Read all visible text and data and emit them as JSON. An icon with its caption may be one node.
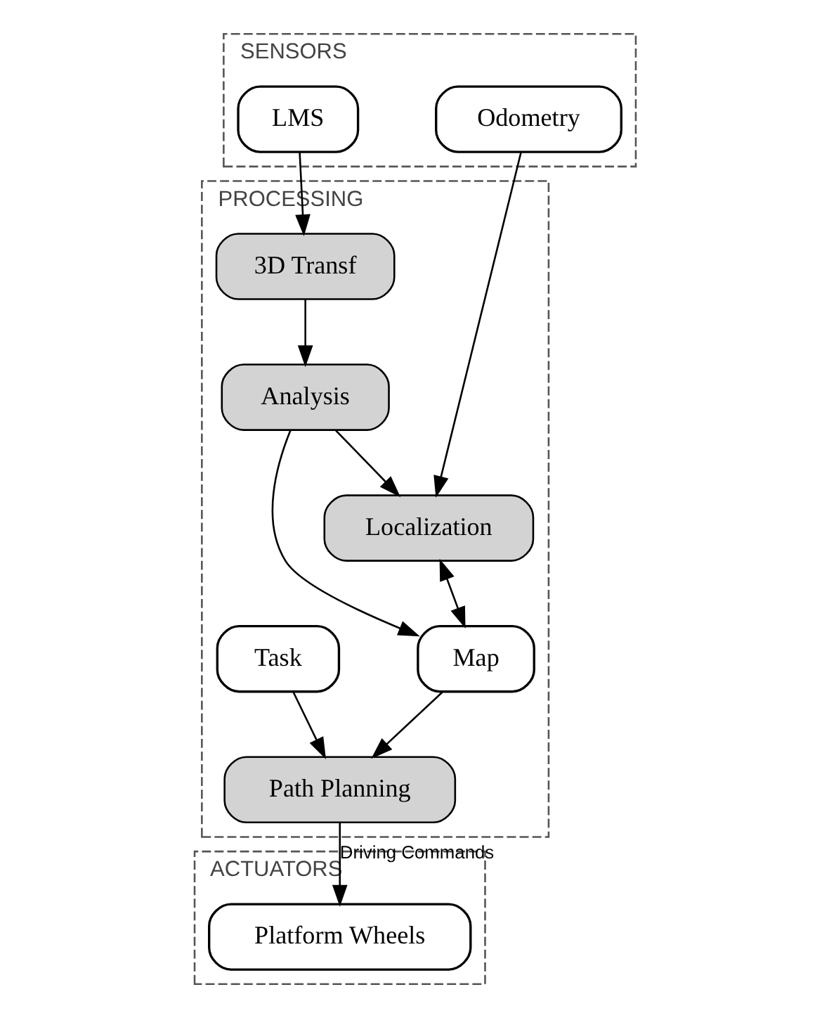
{
  "diagram": {
    "nodes": [
      {
        "text": [
          "SENSORS"
        ]
      },
      {
        "text": [
          "Odometry"
        ],
        "in": 0
      },
      {
        "text": [
          "LMS"
        ],
        "in": 0
      },
      {
        "text": [
          "PROCESSING"
        ]
      },
      {
        "text": [
          "Localization"
        ],
        "in": 3
      },
      {
        "text": [
          "3D Transf"
        ],
        "in": 3
      },
      {
        "text": [
          "Analysis"
        ],
        "in": 3
      },
      {
        "text": [
          "Map"
        ],
        "in": 3
      },
      {
        "text": [
          "Task"
        ],
        "in": 3
      },
      {
        "text": [
          "Path Planning"
        ],
        "in": 3
      },
      {
        "text": [
          "ACTUATORS"
        ]
      },
      {
        "text": [
          "Platform Wheels"
        ],
        "in": 10
      }
    ],
    "edges": [
      {
        "from": 1,
        "to": 4,
        "arrow": "to"
      },
      {
        "from": 2,
        "to": 5,
        "arrow": "to"
      },
      {
        "from": 5,
        "to": 6,
        "arrow": "to"
      },
      {
        "from": 6,
        "to": 4,
        "arrow": "to"
      },
      {
        "from": 6,
        "to": 7,
        "arrow": "to"
      },
      {
        "from": 4,
        "to": 7,
        "arrow": "both"
      },
      {
        "from": 7,
        "to": 9,
        "arrow": "to"
      },
      {
        "from": 8,
        "to": 9,
        "arrow": "to"
      },
      {
        "from": 9,
        "to": 11,
        "label": "Driving Commands",
        "arrow": "to"
      }
    ]
  }
}
